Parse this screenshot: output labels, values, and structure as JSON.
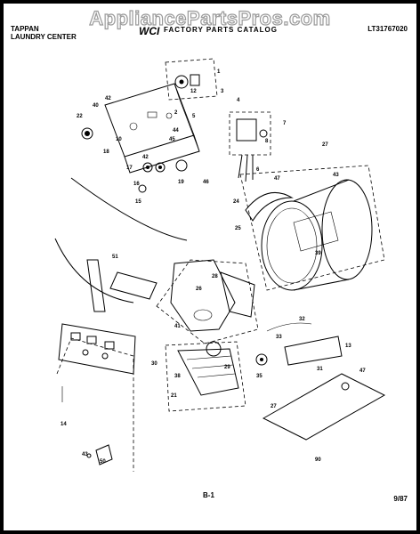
{
  "watermark": "AppliancePartsPros.com",
  "header": {
    "brand_line1": "TAPPAN",
    "brand_line2": "LAUNDRY CENTER",
    "logo": "WCI",
    "catalog_title": "FACTORY PARTS CATALOG",
    "model_number": "LT31767020"
  },
  "footer": {
    "page_code": "B-1",
    "date": "9/87"
  },
  "callouts": {
    "c42a": "42",
    "c40": "40",
    "c22": "22",
    "c1": "1",
    "c12": "12",
    "c2": "2",
    "c3": "3",
    "c4": "4",
    "c5": "5",
    "c44": "44",
    "c45": "45",
    "c10": "10",
    "c18": "18",
    "c17": "17",
    "c42b": "42",
    "c16": "16",
    "c19": "19",
    "c46": "46",
    "c15": "15",
    "c7": "7",
    "c8": "8",
    "c6": "6",
    "c27a": "27",
    "c47a": "47",
    "c43a": "43",
    "c24": "24",
    "c25": "25",
    "c39": "39",
    "c51": "51",
    "c28": "28",
    "c26": "26",
    "c41": "41",
    "c32": "32",
    "c33": "33",
    "c13": "13",
    "c30": "30",
    "c29": "29",
    "c38": "38",
    "c21": "21",
    "c35": "35",
    "c31": "31",
    "c47b": "47",
    "c27b": "27",
    "c14": "14",
    "c43b": "43",
    "c50": "50",
    "c90": "90"
  }
}
